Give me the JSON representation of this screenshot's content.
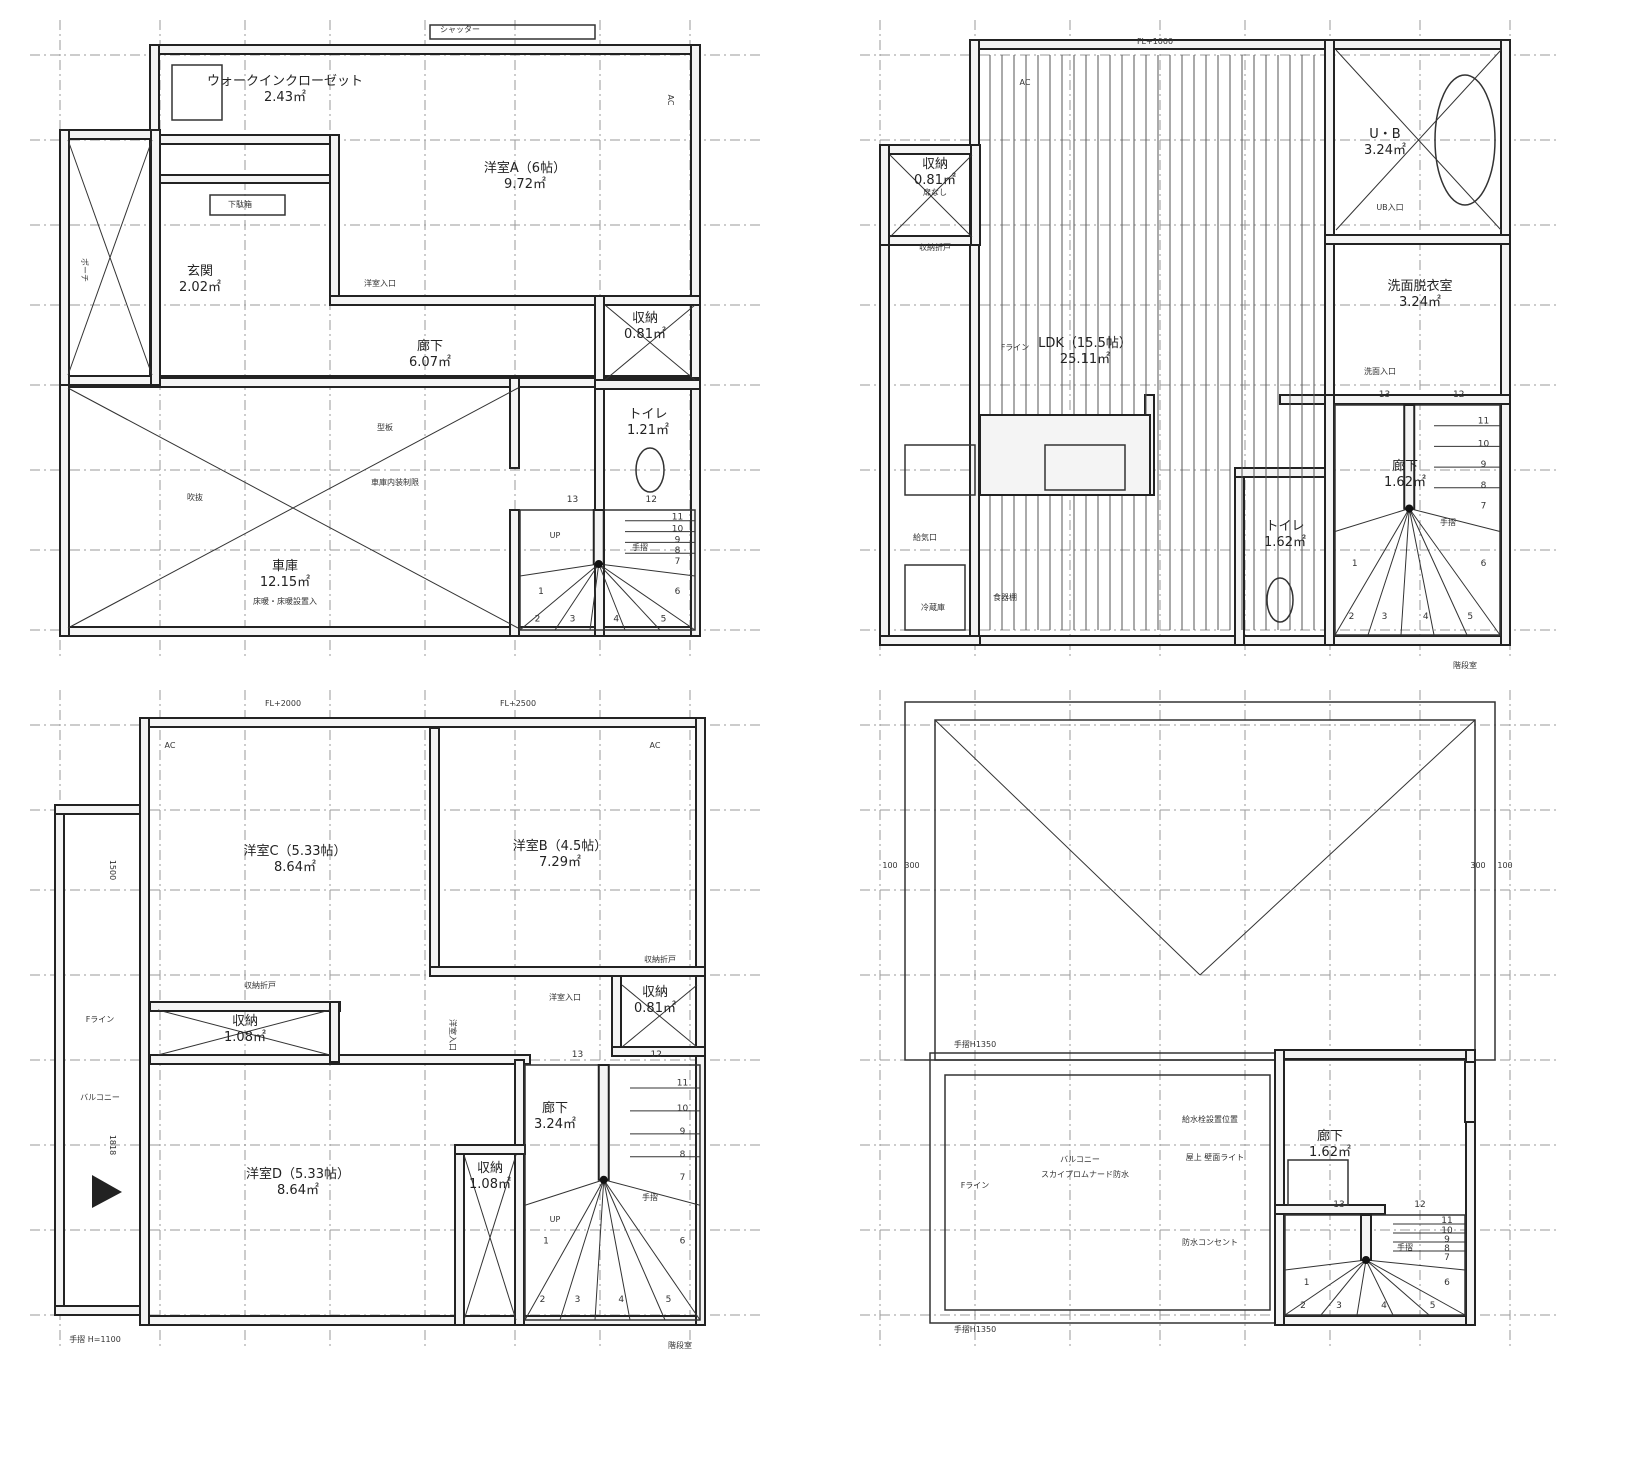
{
  "plans": [
    {
      "rooms": [
        {
          "name": "ウォークインクローゼット",
          "area": "2.43㎡"
        },
        {
          "name": "洋室A（6帖）",
          "area": "9.72㎡"
        },
        {
          "name": "玄関",
          "area": "2.02㎡"
        },
        {
          "name": "廊下",
          "area": "6.07㎡"
        },
        {
          "name": "収納",
          "area": "0.81㎡"
        },
        {
          "name": "トイレ",
          "area": "1.21㎡"
        },
        {
          "name": "車庫",
          "area": "12.15㎡"
        }
      ],
      "notes": [
        "シャッター",
        "下駄箱",
        "ポーチ",
        "洋室入口",
        "AC",
        "型板",
        "車庫内装制限",
        "床暖・床暖設置入",
        "吹抜",
        "UP",
        "手摺"
      ]
    },
    {
      "rooms": [
        {
          "name": "LDK（15.5帖）",
          "area": "25.11㎡"
        },
        {
          "name": "U・B",
          "area": "3.24㎡"
        },
        {
          "name": "洗面脱衣室",
          "area": "3.24㎡"
        },
        {
          "name": "廊下",
          "area": "1.62㎡"
        },
        {
          "name": "トイレ",
          "area": "1.62㎡"
        },
        {
          "name": "収納",
          "area": "0.81㎡"
        }
      ],
      "notes": [
        "FL+1000",
        "AC",
        "収納折戸",
        "Fライン",
        "冷蔵庫",
        "食器棚",
        "階段室",
        "UB入口",
        "洗面入口",
        "給気口",
        "手摺",
        "扉なし"
      ]
    },
    {
      "rooms": [
        {
          "name": "洋室C（5.33帖）",
          "area": "8.64㎡"
        },
        {
          "name": "洋室B（4.5帖）",
          "area": "7.29㎡"
        },
        {
          "name": "収納",
          "area": "0.81㎡"
        },
        {
          "name": "収納",
          "area": "1.08㎡"
        },
        {
          "name": "廊下",
          "area": "3.24㎡"
        },
        {
          "name": "洋室D（5.33帖）",
          "area": "8.64㎡"
        },
        {
          "name": "収納",
          "area": "1.08㎡"
        }
      ],
      "notes": [
        "FL+2000",
        "FL+2500",
        "AC",
        "AC",
        "収納折戸",
        "収納折戸",
        "洋室入口",
        "洋室入口",
        "バルコニー",
        "Fライン",
        "手摺 H=1100",
        "階段室",
        "UP",
        "手摺",
        "1500",
        "1818"
      ]
    },
    {
      "rooms": [
        {
          "name": "廊下",
          "area": "1.62㎡"
        }
      ],
      "notes": [
        "バルコニー",
        "スカイプロムナード防水",
        "給水栓設置位置",
        "屋上 壁面ライト",
        "防水コンセント",
        "Fライン",
        "手摺H1350",
        "手摺H1350",
        "100",
        "300",
        "300",
        "100",
        "手摺"
      ]
    }
  ],
  "stair_steps": [
    "1",
    "2",
    "3",
    "4",
    "5",
    "6",
    "7",
    "8",
    "9",
    "10",
    "11",
    "12",
    "13"
  ],
  "colors": {
    "line": "#222222",
    "grid": "#9a9a9a",
    "wall_fill": "#f4f4f4"
  }
}
